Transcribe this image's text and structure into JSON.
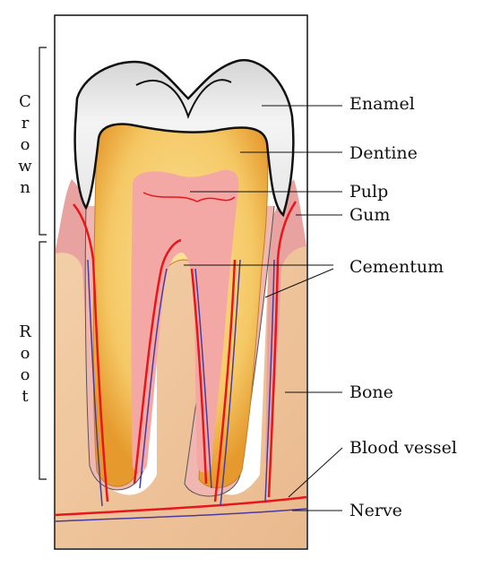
{
  "diagram": {
    "labels": {
      "enamel": "Enamel",
      "dentine": "Dentine",
      "pulp": "Pulp",
      "gum": "Gum",
      "cementum": "Cementum",
      "bone": "Bone",
      "blood_vessel": "Blood vessel",
      "nerve": "Nerve"
    },
    "side_labels": {
      "crown": "Crown",
      "root": "Root"
    }
  },
  "colors": {
    "enamel": "#f2f2f2",
    "dentine": "#f4c15a",
    "pulp": "#f3a8a6",
    "gum": "#e8a2a0",
    "bone": "#efc39c",
    "blood_vessel": "#e8161b",
    "nerve": "#4a3aa0"
  }
}
